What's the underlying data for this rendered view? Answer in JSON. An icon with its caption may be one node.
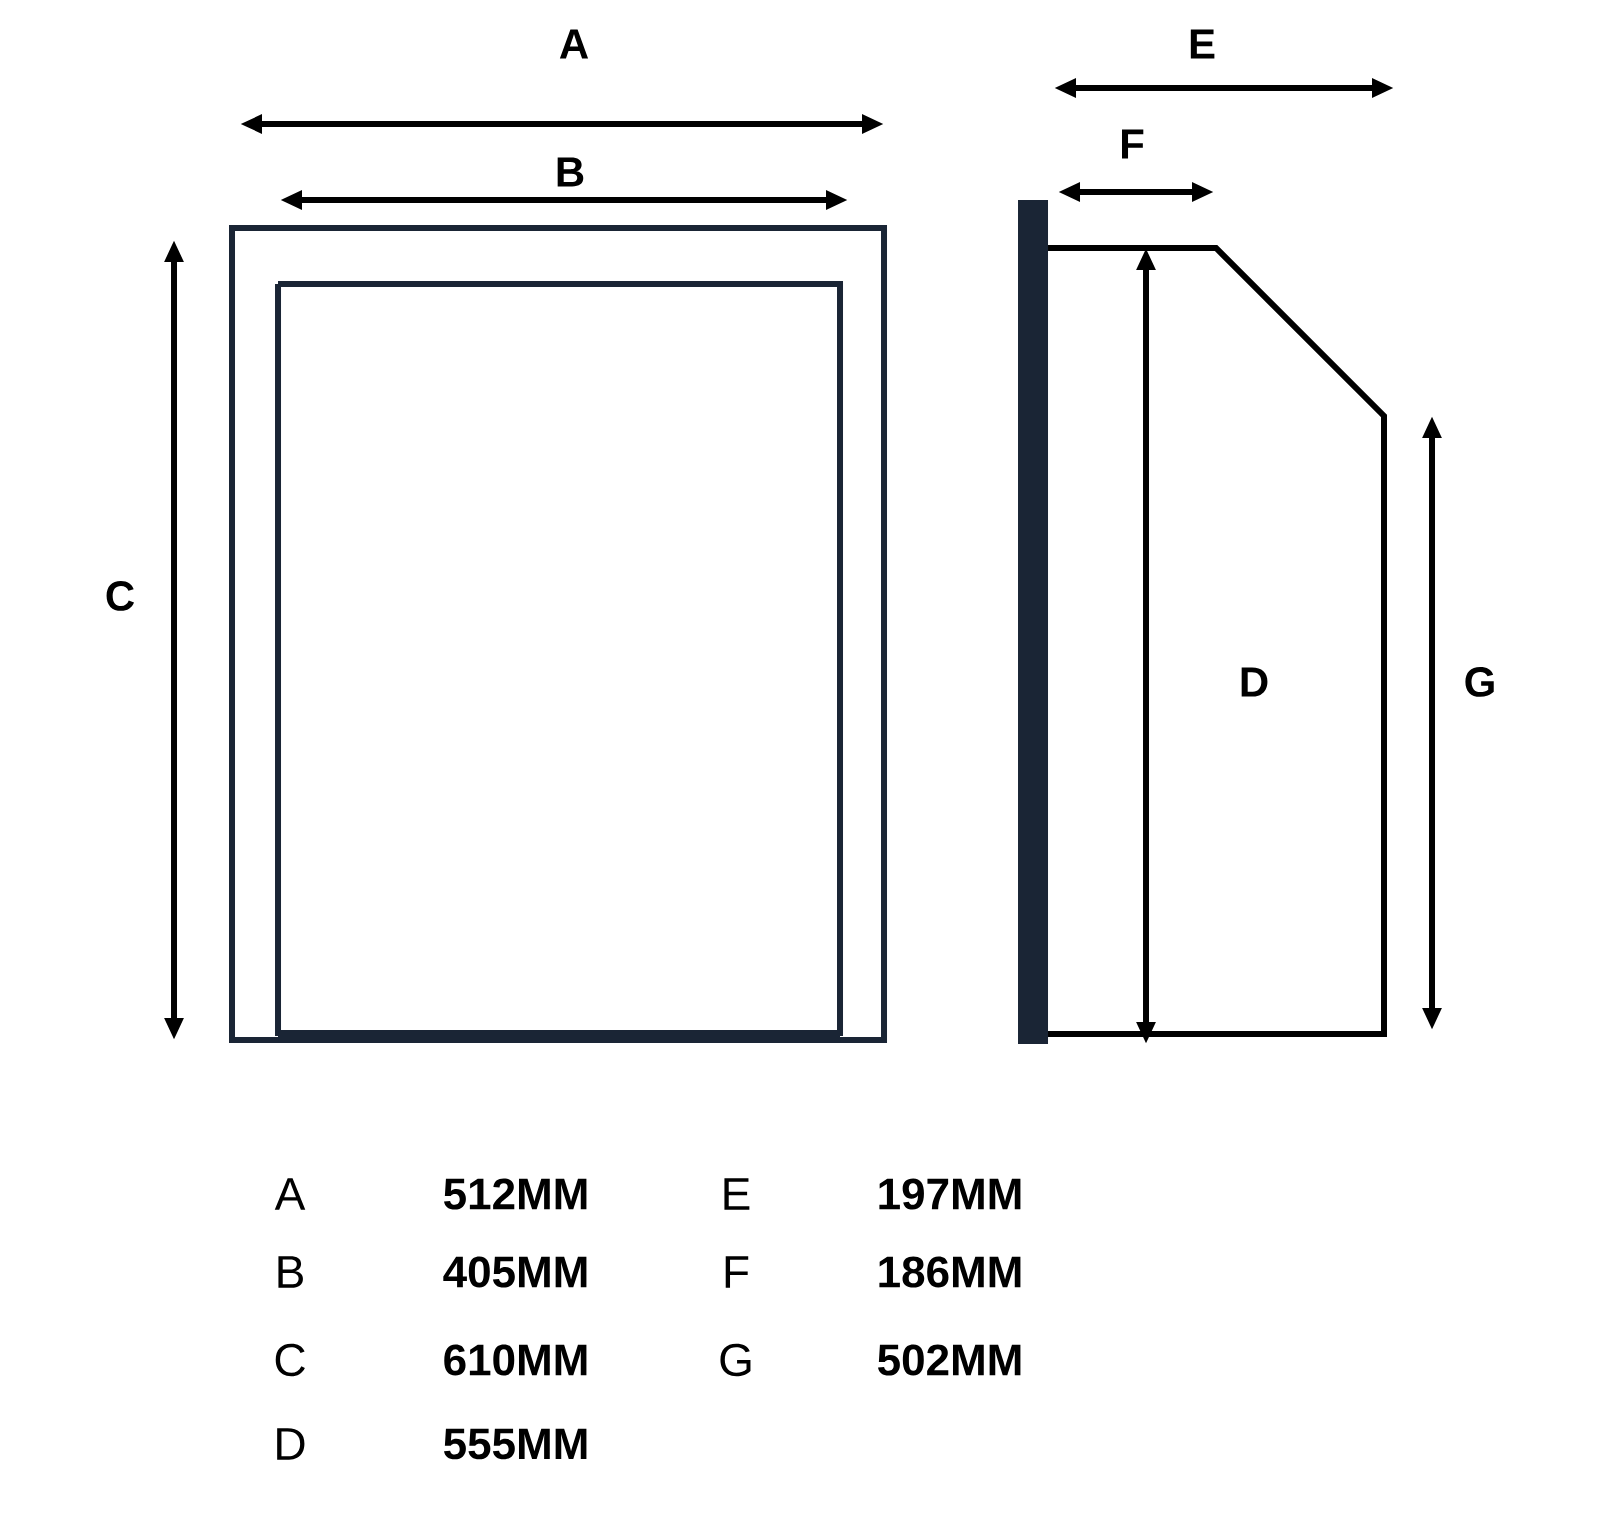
{
  "diagram": {
    "labels": [
      "A",
      "E",
      "B",
      "F",
      "C",
      "D",
      "G",
      "A",
      "512MM",
      "E",
      "197MM",
      "B",
      "405MM",
      "F",
      "186MM",
      "C",
      "610MM",
      "G",
      "502MM",
      "D",
      "555MM"
    ]
  }
}
